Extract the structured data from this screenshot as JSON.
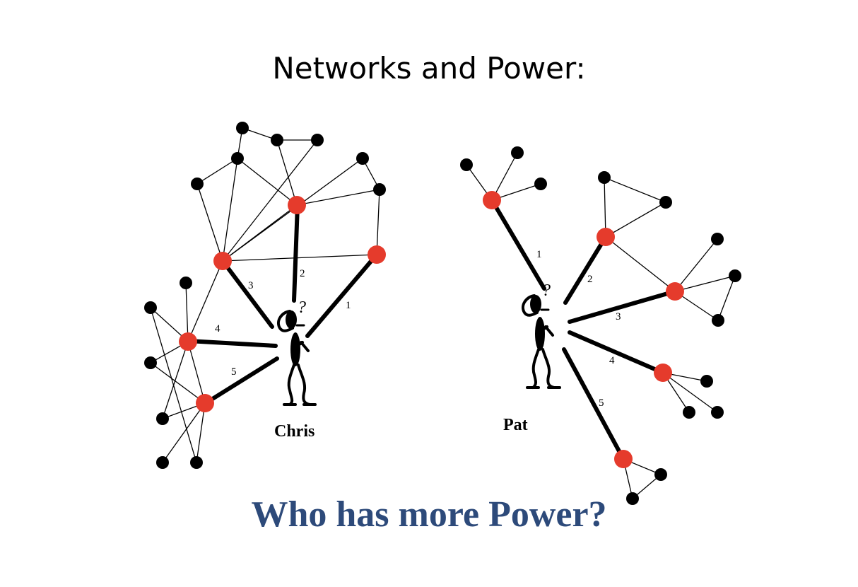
{
  "slide": {
    "title": "Networks and Power:",
    "question": "Who has more Power?",
    "question_color": "#2d4a7a"
  },
  "colors": {
    "tie_node": "#e53b2c",
    "other_node": "#000000"
  },
  "people": {
    "chris": {
      "name": "Chris",
      "edge_labels": [
        "1",
        "2",
        "3",
        "4",
        "5"
      ],
      "thought": "?"
    },
    "pat": {
      "name": "Pat",
      "edge_labels": [
        "1",
        "2",
        "3",
        "4",
        "5"
      ],
      "thought": "?"
    }
  }
}
